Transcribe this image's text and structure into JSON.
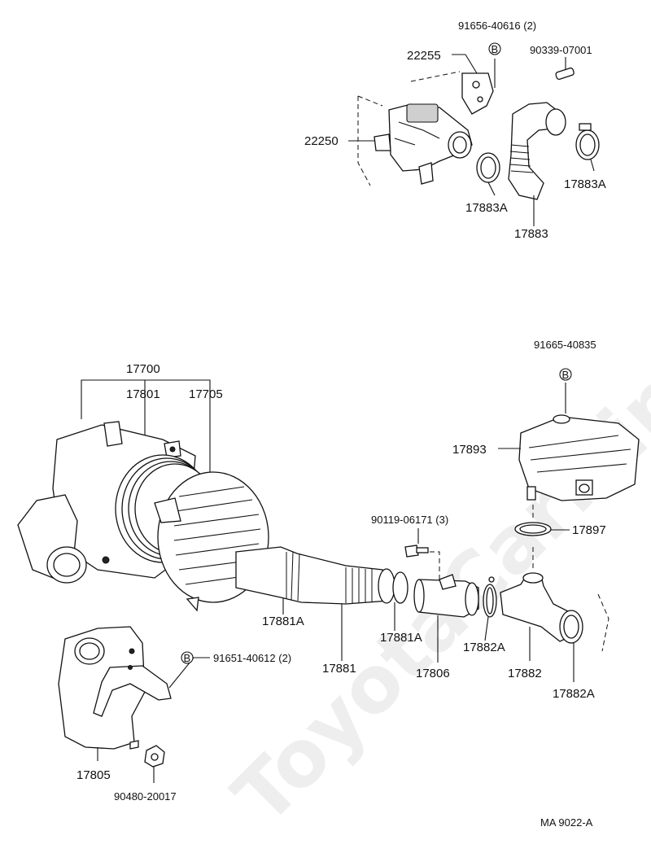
{
  "watermark": "ToyotaCarMine.ru",
  "figure_code": "MA  9022-A",
  "bolt_symbol": "B",
  "labels": {
    "p22255": "22255",
    "p22250": "22250",
    "p91656": "91656-40616 (2)",
    "p90339": "90339-07001",
    "p17883A_a": "17883A",
    "p17883A_b": "17883A",
    "p17883": "17883",
    "p91665": "91665-40835",
    "p17893": "17893",
    "p17897": "17897",
    "p17700": "17700",
    "p17801": "17801",
    "p17705": "17705",
    "p90119": "90119-06171 (3)",
    "p17881A_a": "17881A",
    "p17881": "17881",
    "p17881A_b": "17881A",
    "p17806": "17806",
    "p17882A_a": "17882A",
    "p17882": "17882",
    "p17882A_b": "17882A",
    "p91651": "91651-40612 (2)",
    "p17805": "17805",
    "p90480": "90480-20017"
  }
}
